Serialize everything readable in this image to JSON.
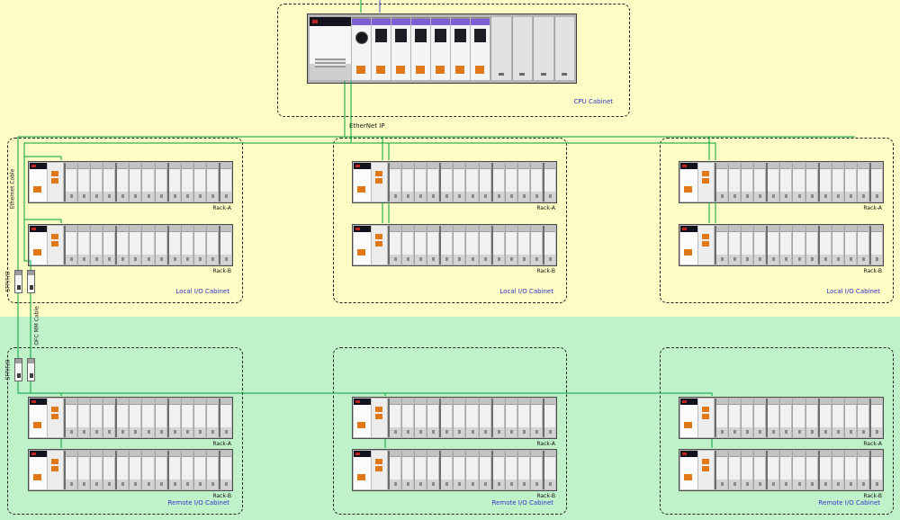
{
  "colors": {
    "zone_local": "#fcfcc4",
    "zone_remote": "#c0f2ca",
    "wire_green": "#00a13c",
    "wire_blue": "#4646d4",
    "cabinet_label": "#3434cc",
    "module_purple": "#7d5fd8",
    "module_orange": "#e07818"
  },
  "labels": {
    "cpu_cabinet": "CPU Cabinet",
    "ethernet_ip": "EtherNet IP",
    "ethernet_cable": "Ethernet Cable",
    "ofc_cable": "OFC MM Cable",
    "sfp": "SFP/F/O"
  },
  "cabinets": {
    "local": [
      {
        "label": "Local I/O Cabinet",
        "racks": [
          "Rack-A",
          "Rack-B"
        ]
      },
      {
        "label": "Local I/O Cabinet",
        "racks": [
          "Rack-A",
          "Rack-B"
        ]
      },
      {
        "label": "Local I/O Cabinet",
        "racks": [
          "Rack-A",
          "Rack-B"
        ]
      }
    ],
    "remote": [
      {
        "label": "Remote I/O Cabinet",
        "racks": [
          "Rack-A",
          "Rack-B"
        ]
      },
      {
        "label": "Remote I/O Cabinet",
        "racks": [
          "Rack-A",
          "Rack-B"
        ]
      },
      {
        "label": "Remote I/O Cabinet",
        "racks": [
          "Rack-A",
          "Rack-B"
        ]
      }
    ]
  }
}
